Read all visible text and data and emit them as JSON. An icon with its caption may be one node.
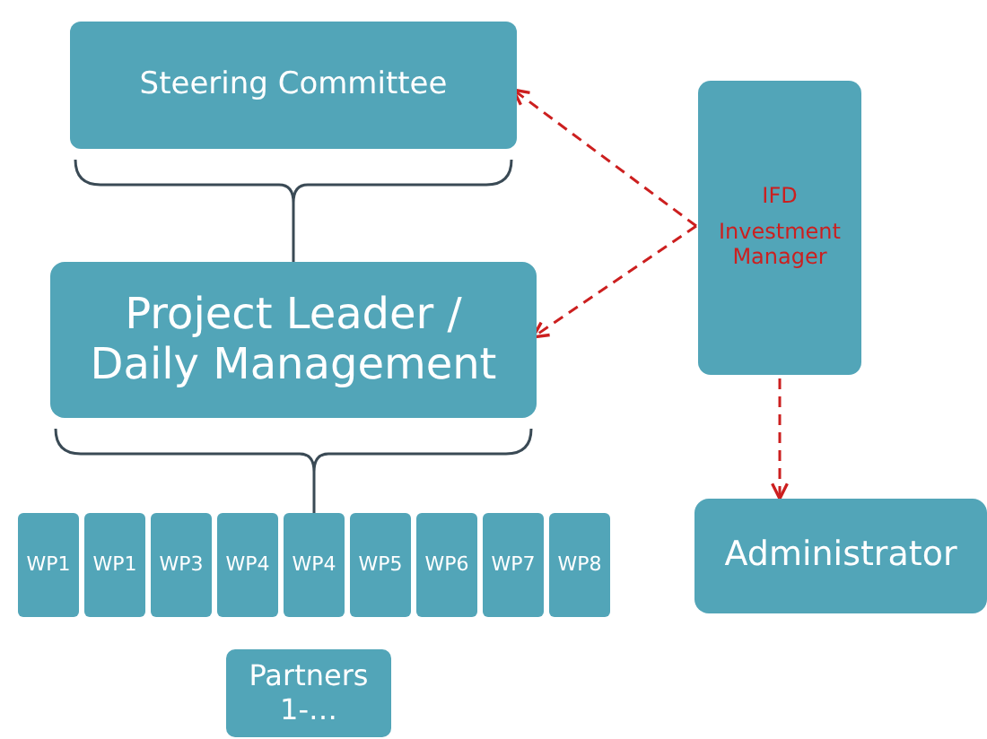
{
  "diagram": {
    "nodes": [
      {
        "text": [
          "Steering Committee"
        ]
      },
      {
        "text": [
          "Project Leader / Daily Management"
        ]
      },
      {
        "text": [
          "IFD",
          "Investment Manager"
        ]
      },
      {
        "text": [
          "Administrator"
        ]
      },
      {
        "text": [
          "WP1"
        ]
      },
      {
        "text": [
          "WP1"
        ]
      },
      {
        "text": [
          "WP3"
        ]
      },
      {
        "text": [
          "WP4"
        ]
      },
      {
        "text": [
          "WP4"
        ]
      },
      {
        "text": [
          "WP5"
        ]
      },
      {
        "text": [
          "WP6"
        ]
      },
      {
        "text": [
          "WP7"
        ]
      },
      {
        "text": [
          "WP8"
        ]
      },
      {
        "text": [
          "Partners 1-…"
        ]
      }
    ],
    "edges": [
      {
        "from": 0,
        "to": 1,
        "arrow": "none",
        "color": "#3a4a55"
      },
      {
        "from": 1,
        "to": 8,
        "arrow": "none",
        "color": "#3a4a55"
      },
      {
        "from": 2,
        "to": 0,
        "arrow": "to",
        "style": "dashed"
      },
      {
        "from": 2,
        "to": 1,
        "arrow": "to",
        "style": "dashed"
      },
      {
        "from": 2,
        "to": 3,
        "arrow": "to",
        "style": "dashed"
      }
    ]
  }
}
